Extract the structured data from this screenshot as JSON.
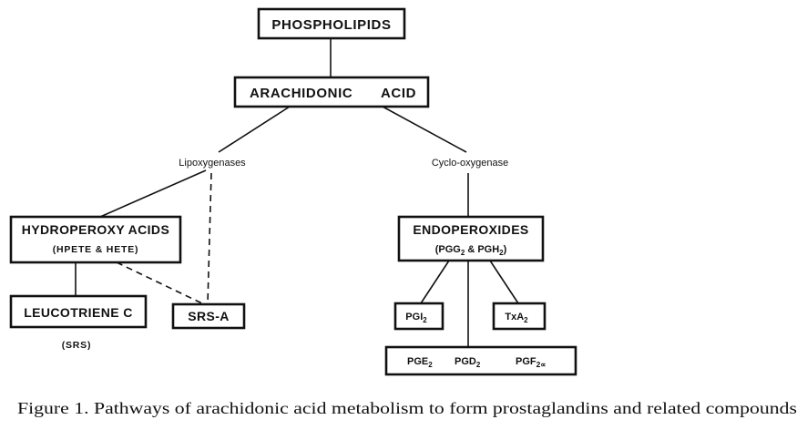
{
  "nodes": {
    "phospholipids": "PHOSPHOLIPIDS",
    "arachidonic_word1": "ARACHIDONIC",
    "arachidonic_word2": "ACID",
    "hydroperoxy": "HYDROPEROXY ACIDS",
    "hydroperoxy_sub": "(HPETE & HETE)",
    "endoperoxides": "ENDOPEROXIDES",
    "endo_sub": {
      "open": "(PGG",
      "sub1": "2",
      "mid": " & PGH",
      "sub2": "2",
      "close": ")"
    },
    "leucotriene": "LEUCOTRIENE C",
    "srs_note": "(SRS)",
    "srs_a": "SRS-A",
    "pgi2": {
      "base": "PGI",
      "sub": "2"
    },
    "txa2": {
      "base": "TxA",
      "sub": "2"
    },
    "pge2": {
      "base": "PGE",
      "sub": "2"
    },
    "pgd2": {
      "base": "PGD",
      "sub": "2"
    },
    "pgf2a": {
      "base": "PGF",
      "sub": "2∝"
    }
  },
  "enzymes": {
    "lipoxygenases": "Lipoxygenases",
    "cyclooxygenase": "Cyclo-oxygenase"
  },
  "caption": "Figure 1. Pathways of arachidonic acid metabolism to form prostaglandins and related compounds"
}
